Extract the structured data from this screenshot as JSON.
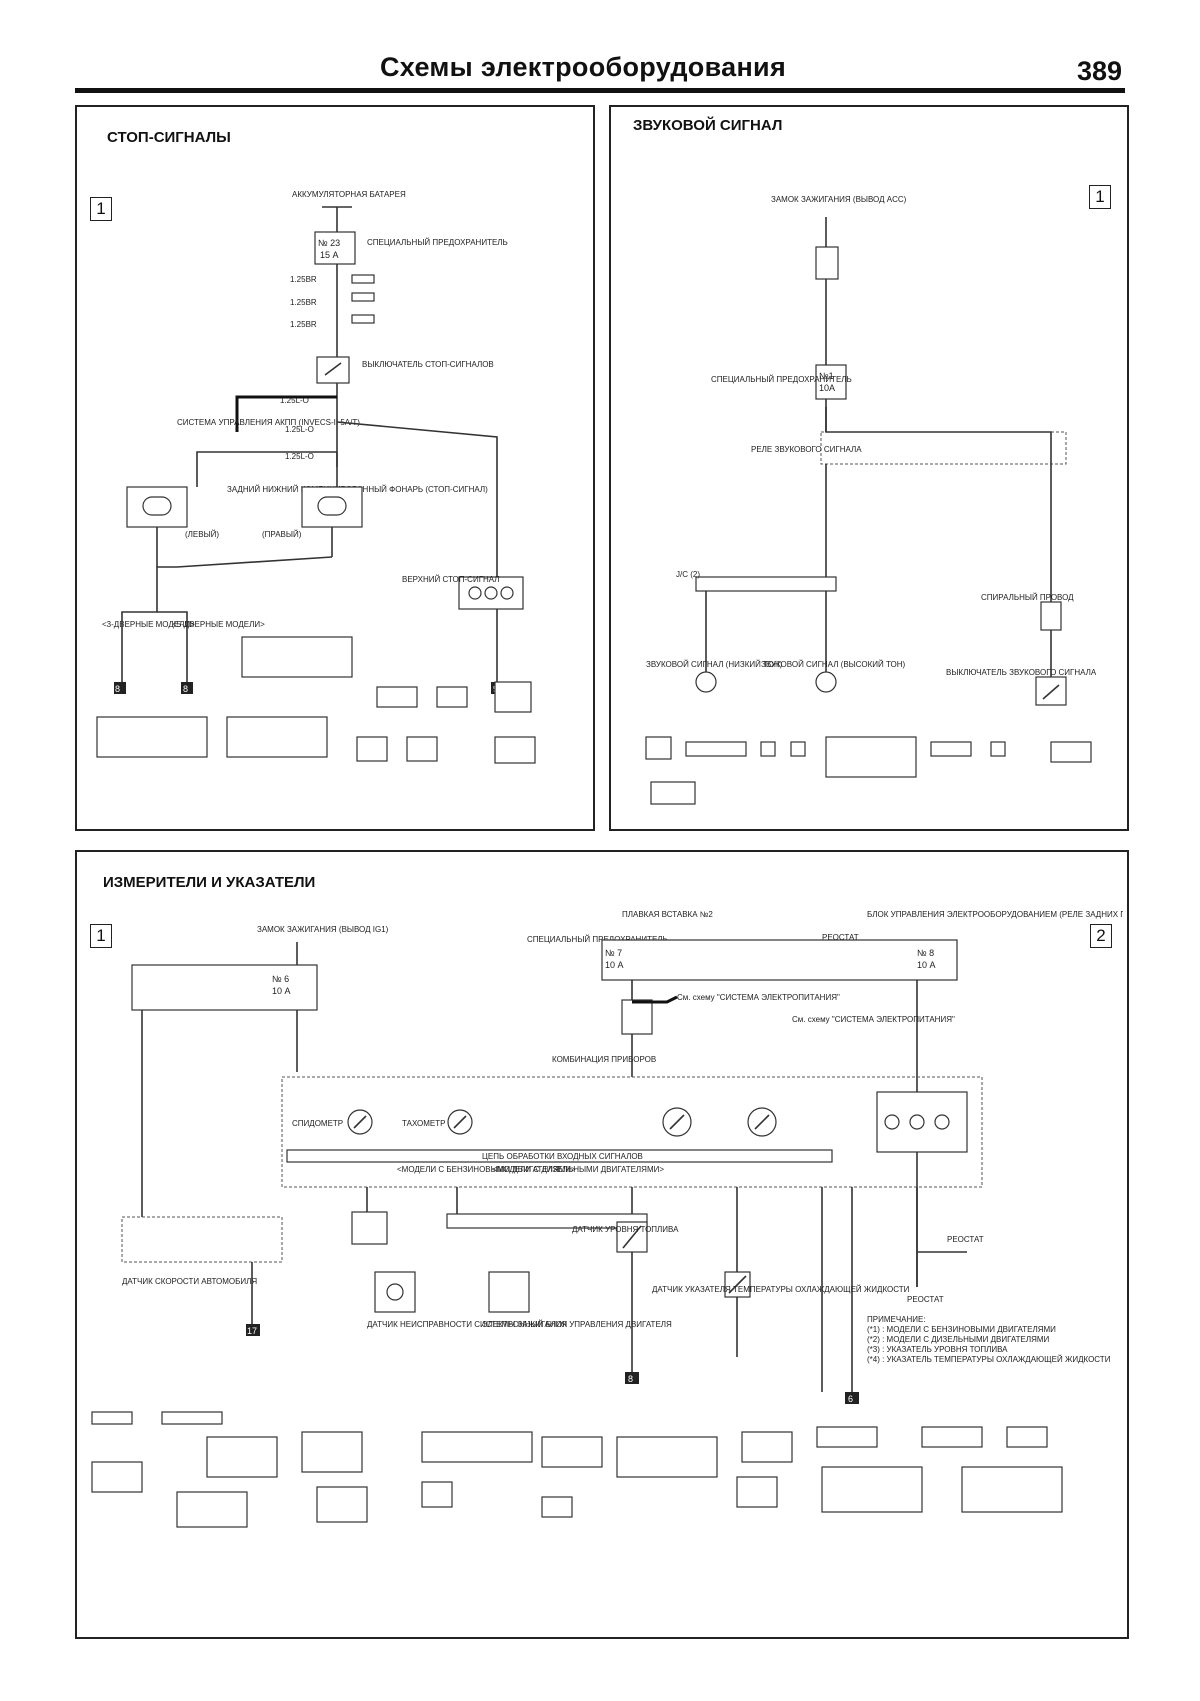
{
  "header": {
    "title": "Схемы электрооборудования",
    "page": "389"
  },
  "stop": {
    "title": "СТОП-СИГНАЛЫ",
    "sheet": "1",
    "battery": "АККУМУЛЯТОРНАЯ БАТАРЕЯ",
    "fuse_id": "№ 23",
    "fuse_amp": "15 А",
    "fuse_label": "СПЕЦИАЛЬНЫЙ ПРЕДОХРАНИТЕЛЬ",
    "w1": "1.25BR",
    "w2": "1.25BR",
    "w3": "1.25BR",
    "switch": "ВЫКЛЮЧАТЕЛЬ СТОП-СИГНАЛОВ",
    "w4": "1.25L-O",
    "w5": "1.25L-O",
    "w6": "1.25L-O",
    "atm": "СИСТЕМА УПРАВЛЕНИЯ АКПП (INVECS-II 5A/T)",
    "rear_lamp": "ЗАДНИЙ НИЖНИЙ КОМБИНИРОВАННЫЙ ФОНАРЬ (СТОП-СИГНАЛ)",
    "left": "(ЛЕВЫЙ)",
    "right": "(ПРАВЫЙ)",
    "upper": "ВЕРХНИЙ СТОП-СИГНАЛ",
    "models3": "<3-ДВЕРНЫЕ МОДЕЛИ>",
    "models5": "<5-ДВЕРНЫЕ МОДЕЛИ>",
    "g1": "8",
    "g2": "8",
    "g3": "9"
  },
  "horn": {
    "title": "ЗВУКОВОЙ СИГНАЛ",
    "sheet": "1",
    "ign": "ЗАМОК ЗАЖИГАНИЯ (ВЫВОД ACC)",
    "fuse_id": "№1",
    "fuse_amp": "10А",
    "fuse_label": "СПЕЦИАЛЬНЫЙ ПРЕДОХРАНИТЕЛЬ",
    "relay": "РЕЛЕ ЗВУКОВОГО СИГНАЛА",
    "spiral": "СПИРАЛЬНЫЙ ПРОВОД",
    "low": "ЗВУКОВОЙ СИГНАЛ (НИЗКИЙ ТОН)",
    "high": "ЗВУКОВОЙ СИГНАЛ (ВЫСОКИЙ ТОН)",
    "sw": "ВЫКЛЮЧАТЕЛЬ ЗВУКОВОГО СИГНАЛА",
    "jc": "J/C (2)"
  },
  "gauges": {
    "title": "ИЗМЕРИТЕЛИ И УКАЗАТЕЛИ",
    "sheet_left": "1",
    "sheet_right": "2",
    "ign": "ЗАМОК ЗАЖИГАНИЯ (ВЫВОД IG1)",
    "fuse6_id": "№ 6",
    "fuse6_amp": "10 А",
    "fusible": "ПЛАВКАЯ ВСТАВКА №2",
    "special": "СПЕЦИАЛЬНЫЙ ПРЕДОХРАНИТЕЛЬ",
    "fuse7_id": "№ 7",
    "fuse7_amp": "10 А",
    "etacs": "БЛОК УПРАВЛЕНИЯ ЭЛЕКТРООБОРУДОВАНИЕМ (РЕЛЕ ЗАДНИХ ГАБАРИТОВ)",
    "fuse8_id": "№ 8",
    "fuse8_amp": "10 А",
    "combo": "КОМБИНАЦИЯ ПРИБОРОВ",
    "speedo": "СПИДОМЕТР",
    "tacho": "ТАХОМЕТР",
    "proc": "ЦЕПЬ ОБРАБОТКИ ВХОДНЫХ СИГНАЛОВ",
    "rheostat": "РЕОСТАТ",
    "see_power": "См. схему \"СИСТЕМА ЭЛЕКТРОПИТАНИЯ\"",
    "vss": "ДАТЧИК СКОРОСТИ АВТОМОБИЛЯ",
    "ign_fail": "ДАТЧИК НЕИСПРАВНОСТИ СИСТЕМЫ ЗАЖИГАНИЯ",
    "ecu": "ЭЛЕКТРОННЫЙ БЛОК УПРАВЛЕНИЯ ДВИГАТЕЛЯ",
    "fuel": "ДАТЧИК УРОВНЯ ТОПЛИВА",
    "temp": "ДАТЧИК УКАЗАТЕЛЯ ТЕМПЕРАТУРЫ ОХЛАЖДАЮЩЕЙ ЖИДКОСТИ",
    "petrol": "<МОДЕЛИ С БЕНЗИНОВЫМИ ДВИГАТЕЛЯМИ>",
    "diesel": "<МОДЕЛИ С ДИЗЕЛЬНЫМИ ДВИГАТЕЛЯМИ>",
    "note_title": "ПРИМЕЧАНИЕ:",
    "note1": "(*1) : МОДЕЛИ С БЕНЗИНОВЫМИ ДВИГАТЕЛЯМИ",
    "note2": "(*2) : МОДЕЛИ С ДИЗЕЛЬНЫМИ ДВИГАТЕЛЯМИ",
    "note3": "(*3) : УКАЗАТЕЛЬ УРОВНЯ ТОПЛИВА",
    "note4": "(*4) : УКАЗАТЕЛЬ ТЕМПЕРАТУРЫ ОХЛАЖДАЮЩЕЙ ЖИДКОСТИ",
    "g1": "17",
    "g2": "8",
    "g3": "6"
  }
}
